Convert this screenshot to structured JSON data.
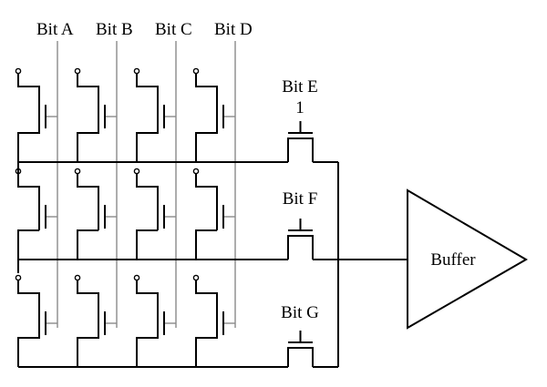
{
  "bit_lines": [
    {
      "label": "Bit A"
    },
    {
      "label": "Bit B"
    },
    {
      "label": "Bit C"
    },
    {
      "label": "Bit D"
    }
  ],
  "row_gates": [
    {
      "label": "Bit E",
      "value": "1"
    },
    {
      "label": "Bit F",
      "value": ""
    },
    {
      "label": "Bit G",
      "value": ""
    }
  ],
  "buffer": {
    "label": "Buffer"
  }
}
